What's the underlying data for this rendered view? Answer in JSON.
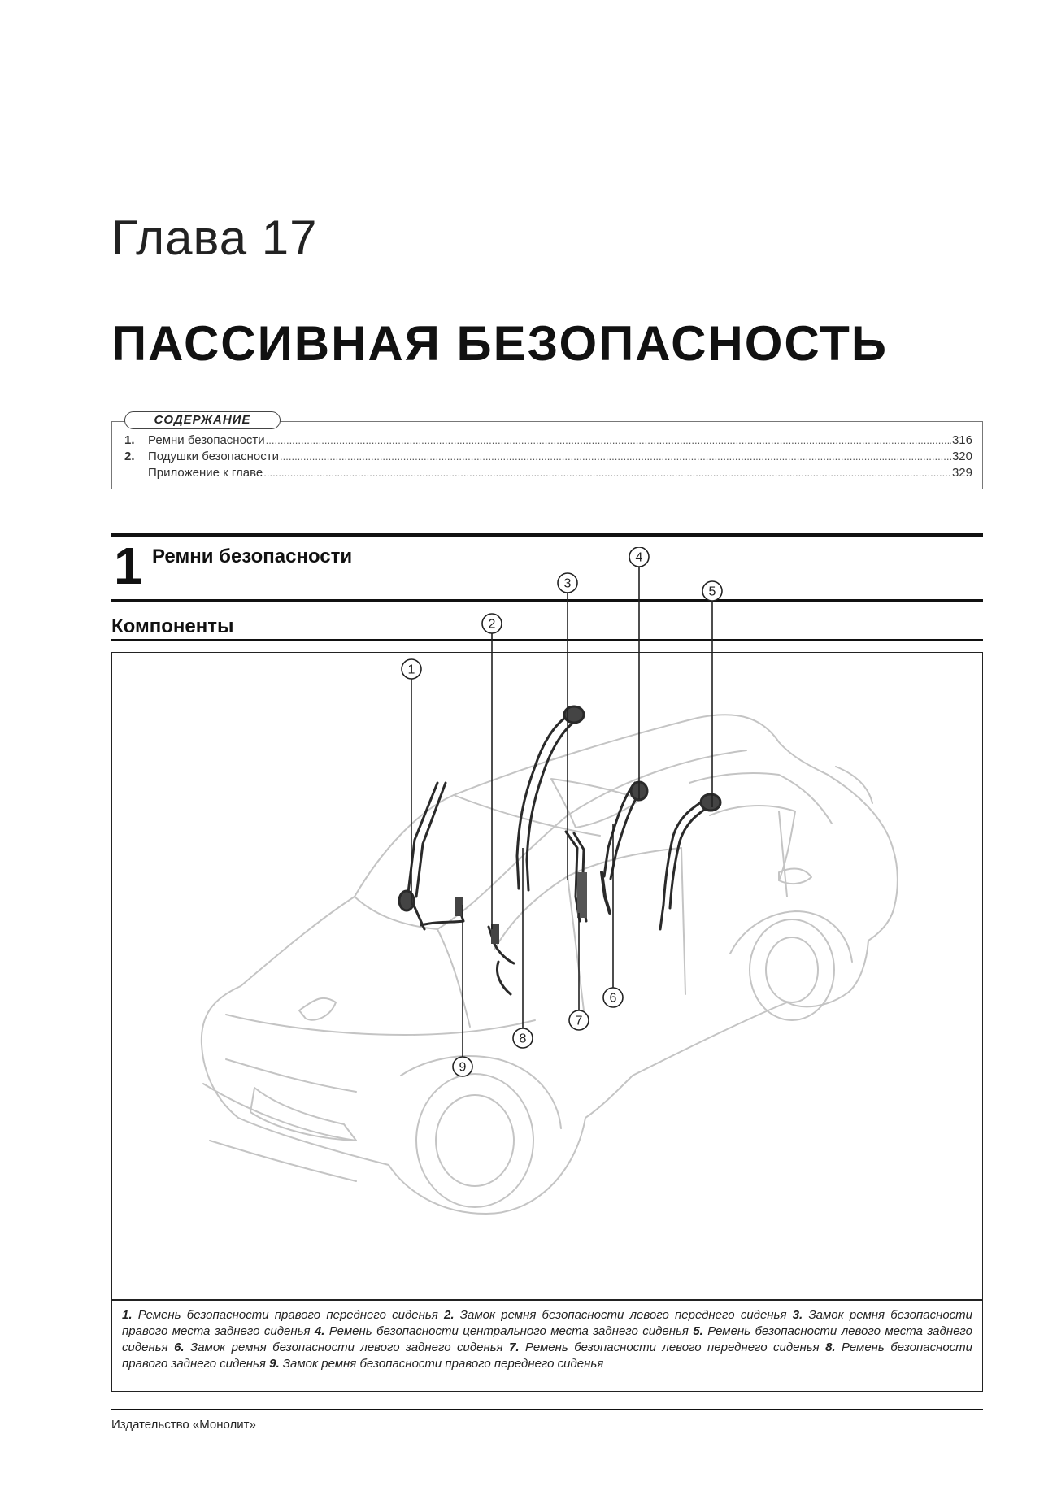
{
  "chapter": {
    "label": "Глава 17",
    "title": "Пассивная безопасность"
  },
  "toc": {
    "header": "СОДЕРЖАНИЕ",
    "items": [
      {
        "num": "1.",
        "label": "Ремни безопасности",
        "page": "316"
      },
      {
        "num": "2.",
        "label": "Подушки безопасности",
        "page": "320"
      },
      {
        "num": "",
        "label": "Приложение к главе",
        "page": "329"
      }
    ]
  },
  "section": {
    "number": "1",
    "title": "Ремни безопасности",
    "subsection": "Компоненты"
  },
  "figure": {
    "callouts": [
      "1",
      "2",
      "3",
      "4",
      "5",
      "6",
      "7",
      "8",
      "9"
    ],
    "caption": [
      {
        "num": "1.",
        "text": "Ремень безопасности правого переднего сиденья"
      },
      {
        "num": "2.",
        "text": "Замок ремня безопасности левого переднего сиденья"
      },
      {
        "num": "3.",
        "text": "Замок ремня безопасности правого места заднего сиденья"
      },
      {
        "num": "4.",
        "text": "Ремень безопасности центрального места заднего сиденья"
      },
      {
        "num": "5.",
        "text": "Ремень безопасности левого места заднего сиденья"
      },
      {
        "num": "6.",
        "text": "Замок ремня безопасности левого заднего сиденья"
      },
      {
        "num": "7.",
        "text": "Ремень безопасности левого переднего сиденья"
      },
      {
        "num": "8.",
        "text": "Ремень безопасности правого заднего сиденья"
      },
      {
        "num": "9.",
        "text": "Замок ремня безопасности правого переднего сиденья"
      }
    ]
  },
  "footer": {
    "publisher": "Издательство «Монолит»"
  }
}
